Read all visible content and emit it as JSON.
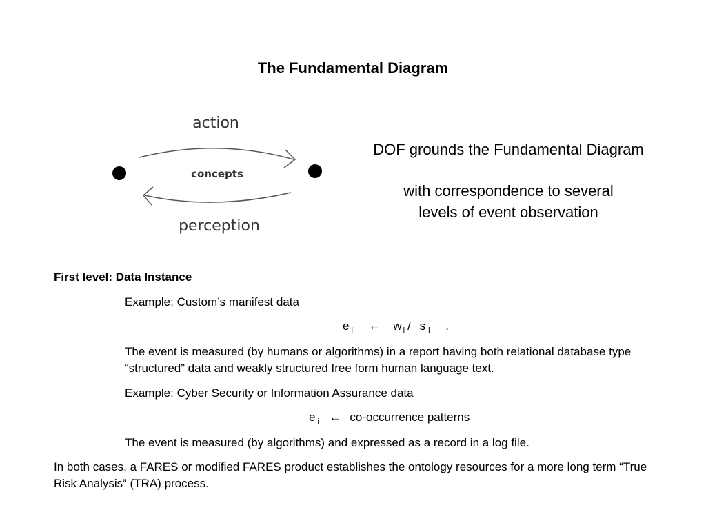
{
  "title": "The Fundamental Diagram",
  "diagram": {
    "top_label": "action",
    "middle_label": "concepts",
    "bottom_label": "perception"
  },
  "dof": {
    "line1": "DOF grounds the Fundamental Diagram",
    "line2": "with correspondence to several",
    "line3": "levels of event observation"
  },
  "first_level": {
    "heading": "First level:  Data Instance",
    "example1": "Example:  Custom’s manifest data",
    "formula1": {
      "lhs": "e",
      "lhs_sub": "i",
      "arrow": "←",
      "r1": "w",
      "r1_sub": "l",
      "slash": "/",
      "r2": "s",
      "r2_sub": "i",
      "end": "."
    },
    "paragraph1": "The event is measured (by humans or algorithms) in a report having both relational database type “structured” data and weakly structured free form human language text.",
    "example2": "Example:  Cyber Security or Information Assurance data",
    "formula2": {
      "lhs": "e",
      "lhs_sub": "i",
      "arrow": "←",
      "rhs": "co-occurrence patterns"
    },
    "paragraph2": "The event is measured (by algorithms) and expressed as a record in a log file.",
    "conclusion": "In both cases, a FARES or modified FARES product establishes the ontology resources for a more long term “True Risk Analysis” (TRA) process."
  }
}
